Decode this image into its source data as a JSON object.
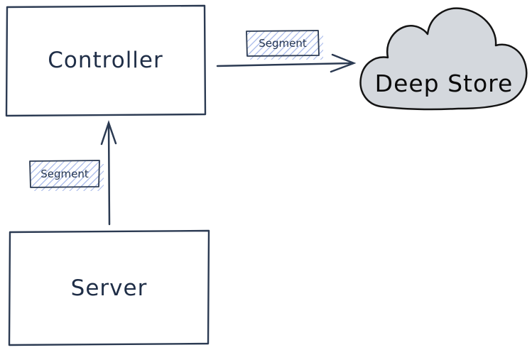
{
  "diagram": {
    "nodes": {
      "controller": {
        "label": "Controller",
        "shape": "rectangle"
      },
      "server": {
        "label": "Server",
        "shape": "rectangle"
      },
      "deep_store": {
        "label": "Deep Store",
        "shape": "cloud"
      }
    },
    "edges": [
      {
        "from": "controller",
        "to": "deep_store",
        "label": "Segment",
        "direction": "right"
      },
      {
        "from": "server",
        "to": "controller",
        "label": "Segment",
        "direction": "up"
      }
    ],
    "colors": {
      "background": "#ffffff",
      "node_stroke": "#2b3a52",
      "node_fill": "#ffffff",
      "node_text": "#1f2e47",
      "arrow_stroke": "#2b3a52",
      "cloud_fill": "#d4d8dd",
      "cloud_stroke": "#141414",
      "cloud_text": "#0a0a0a",
      "edge_label_hatch": "#a9baea",
      "edge_label_stroke": "#2b3a52",
      "edge_label_text": "#243551"
    }
  }
}
